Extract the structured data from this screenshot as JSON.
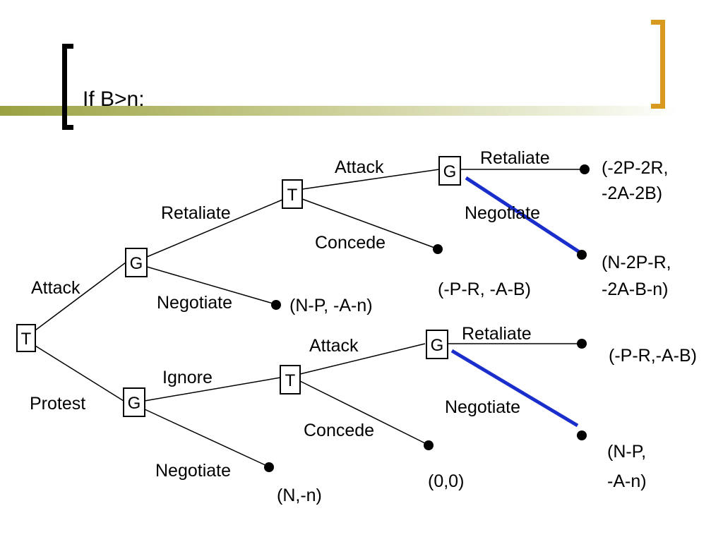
{
  "slide": {
    "title": "If B>n:"
  },
  "tree": {
    "nodes": {
      "root": "T",
      "g_attack": "G",
      "t_retaliate": "T",
      "g_attack2": "G",
      "g_protest": "G",
      "t_ignore": "T",
      "g_attack3": "G"
    },
    "edges": {
      "root_attack": "Attack",
      "root_protest": "Protest",
      "g1_retaliate": "Retaliate",
      "g1_negotiate": "Negotiate",
      "t1_attack": "Attack",
      "t1_concede": "Concede",
      "g2_retaliate": "Retaliate",
      "g2_negotiate": "Negotiate",
      "g3_ignore": "Ignore",
      "g3_negotiate": "Negotiate",
      "t2_attack": "Attack",
      "t2_concede": "Concede",
      "g4_retaliate": "Retaliate",
      "g4_negotiate": "Negotiate"
    },
    "payoffs": {
      "p1_line1": "(-2P-2R,",
      "p1_line2": "-2A-2B)",
      "p2_line1": "(N-2P-R,",
      "p2_line2": "-2A-B-n)",
      "p3": "(-P-R, -A-B)",
      "p4": "(N-P, -A-n)",
      "p5": "(-P-R,-A-B)",
      "p6_line1": "(N-P,",
      "p6_line2": "-A-n)",
      "p7": "(0,0)",
      "p8": "(N,-n)"
    },
    "colors": {
      "highlight": "#1a2ecc",
      "bracket_right": "#d79a1e",
      "deco_bar": "#9aa142"
    }
  }
}
